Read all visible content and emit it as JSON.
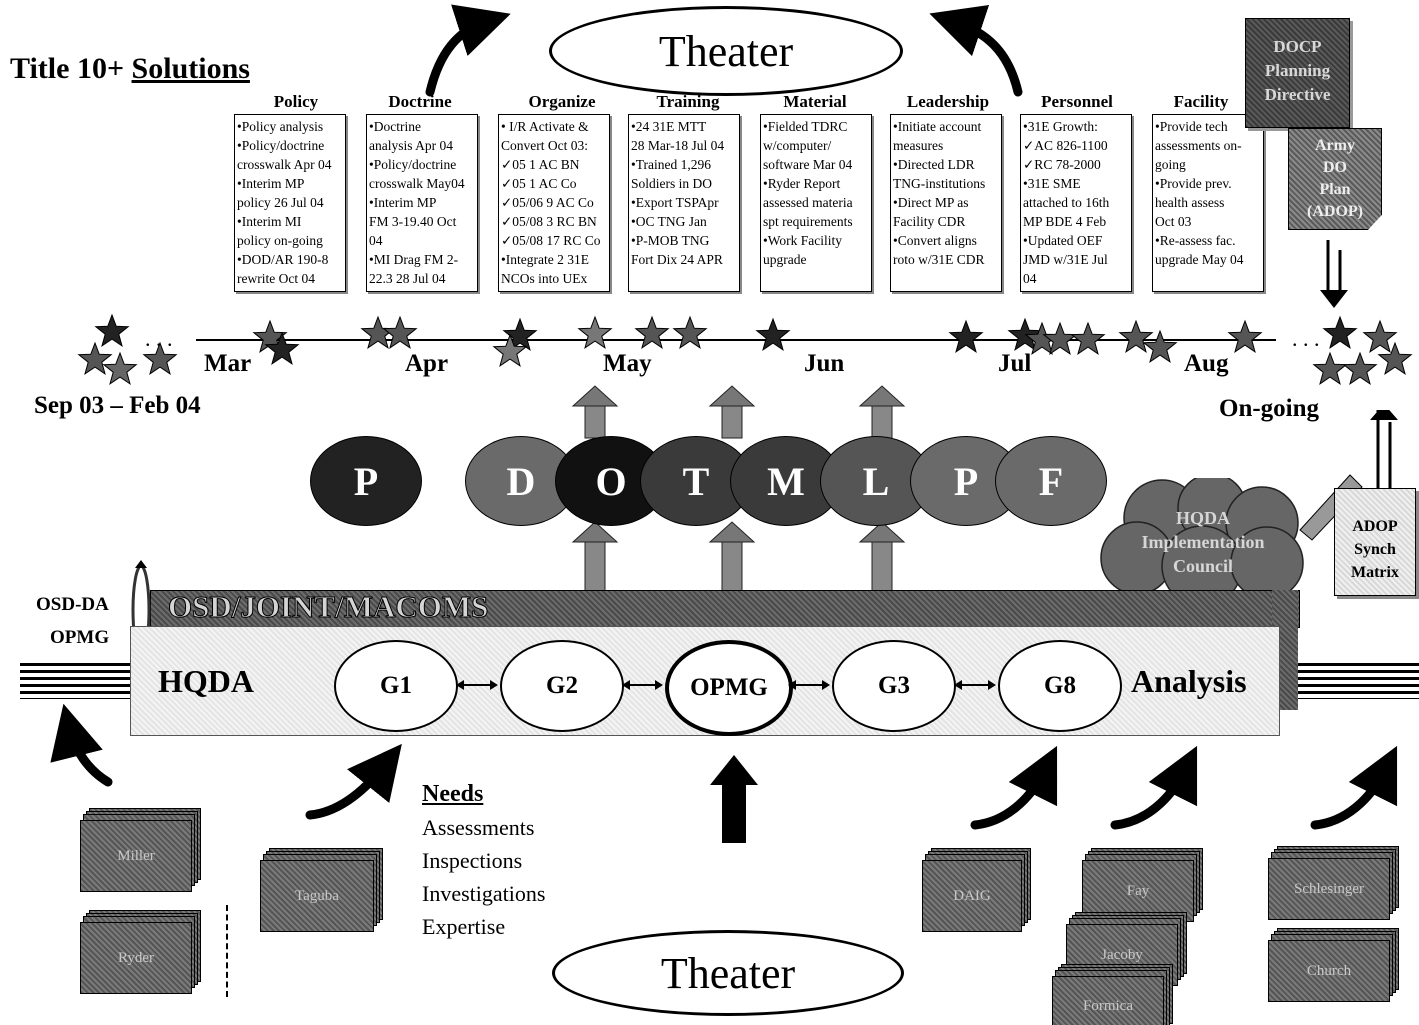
{
  "title": {
    "prefix": "Title 10+ ",
    "emph": "Solutions"
  },
  "theater_top": "Theater",
  "theater_bottom": "Theater",
  "domains": [
    {
      "header": "Policy",
      "lines": [
        "•Policy analysis",
        "•Policy/doctrine",
        "crosswalk Apr 04",
        "•Interim MP",
        "policy 26 Jul 04",
        "•Interim MI",
        "policy on-going",
        "•DOD/AR 190-8",
        "rewrite Oct 04"
      ]
    },
    {
      "header": "Doctrine",
      "lines": [
        "•Doctrine",
        "analysis Apr 04",
        "•Policy/doctrine",
        "crosswalk May04",
        "•Interim MP",
        "FM 3-19.40 Oct",
        "04",
        "•MI Drag FM 2-",
        "22.3 28 Jul 04"
      ]
    },
    {
      "header": "Organize",
      "lines": [
        "• I/R Activate &",
        "Convert Oct 03:",
        "✓05 1 AC BN",
        "✓05 1 AC Co",
        "✓05/06 9 AC Co",
        "✓05/08 3 RC BN",
        "✓05/08 17 RC Co",
        "•Integrate 2 31E",
        "NCOs into UEx"
      ]
    },
    {
      "header": "Training",
      "lines": [
        "•24 31E MTT",
        "28 Mar-18 Jul 04",
        "•Trained 1,296",
        "Soldiers in DO",
        "•Export TSPApr",
        "•OC TNG Jan",
        "•P-MOB TNG",
        "Fort Dix 24 APR"
      ]
    },
    {
      "header": "Material",
      "lines": [
        "•Fielded TDRC",
        "w/computer/",
        "software Mar 04",
        "•Ryder Report",
        "assessed materia",
        "spt requirements",
        "•Work Facility",
        "upgrade"
      ]
    },
    {
      "header": "Leadership",
      "lines": [
        "•Initiate account",
        "measures",
        "•Directed LDR",
        "TNG-institutions",
        "•Direct MP as",
        "Facility CDR",
        "•Convert aligns",
        "roto w/31E CDR"
      ]
    },
    {
      "header": "Personnel",
      "lines": [
        "•31E Growth:",
        "✓AC 826-1100",
        "✓RC 78-2000",
        "•31E SME",
        "attached to 16th",
        "MP BDE 4 Feb",
        "•Updated OEF",
        "JMD w/31E Jul",
        "04"
      ]
    },
    {
      "header": "Facility",
      "lines": [
        "•Provide tech",
        "assessments on-",
        "going",
        "•Provide prev.",
        "health assess",
        "Oct 03",
        "•Re-assess fac.",
        "upgrade May 04"
      ]
    }
  ],
  "doctrine_planning_directive": [
    "DOCP",
    "Planning",
    "Directive"
  ],
  "army_do_plan": [
    "Army",
    "DO",
    "Plan",
    "(ADOP)"
  ],
  "timeline": {
    "start": "Sep 03 – Feb 04",
    "months": [
      "Mar",
      "Apr",
      "May",
      "Jun",
      "Jul",
      "Aug"
    ],
    "end": "On-going"
  },
  "dotmlpf": [
    "P",
    "D",
    "O",
    "T",
    "M",
    "L",
    "P",
    "F"
  ],
  "hqda_council": [
    "HQDA",
    "Implementation",
    "Council"
  ],
  "adop_synch": [
    "ADOP",
    "Synch",
    "Matrix"
  ],
  "osd_da": "OSD-DA",
  "opmg_side": "OPMG",
  "joint_band": "OSD/JOINT/MACOMS",
  "hqda_label": "HQDA",
  "analysis_label": "Analysis",
  "staff": [
    "G1",
    "G2",
    "OPMG",
    "G3",
    "G8"
  ],
  "needs": {
    "title": "Needs",
    "items": [
      "Assessments",
      "Inspections",
      "Investigations",
      "Expertise"
    ]
  },
  "reports": {
    "miller": "Miller",
    "ryder": "Ryder",
    "taguba": "Taguba",
    "daig": "DAIG",
    "fay": "Fay",
    "jacoby": "Jacoby",
    "formica": "Formica",
    "schlesinger": "Schlesinger",
    "church": "Church"
  }
}
